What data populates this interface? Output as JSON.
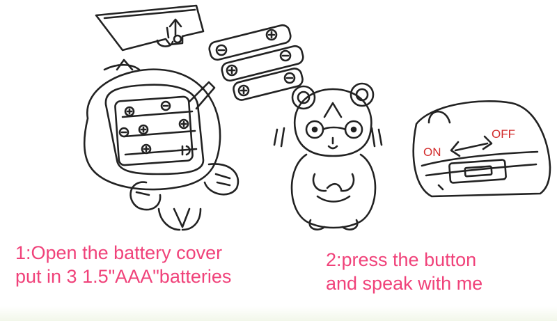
{
  "step1": {
    "line1": "1:Open the battery cover",
    "line2": "put in 3 1.5\"AAA\"batteries"
  },
  "step2": {
    "line1": "2:press the button",
    "line2": "and speak with me"
  },
  "switch": {
    "on_label": "ON",
    "off_label": "OFF"
  },
  "colors": {
    "caption": "#f0427a",
    "switch_label": "#d22a2a",
    "line_art": "#222222"
  }
}
